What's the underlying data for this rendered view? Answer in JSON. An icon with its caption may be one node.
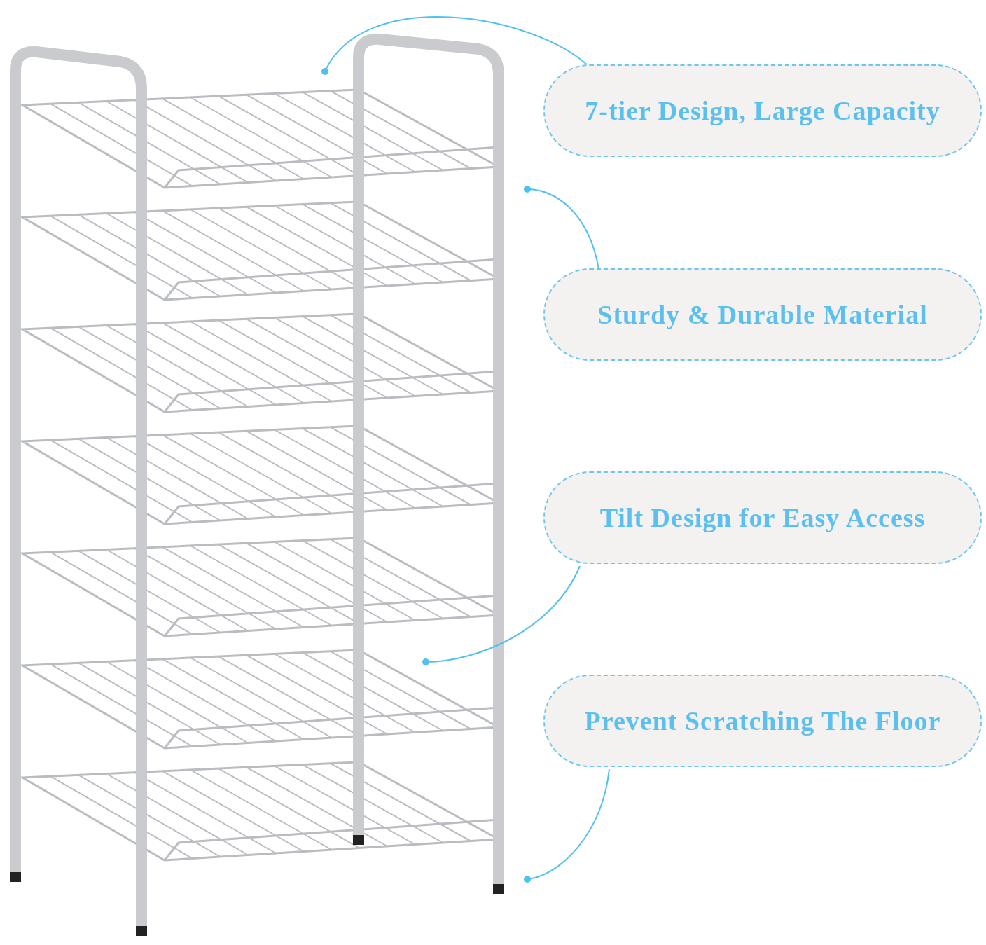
{
  "diagram": {
    "nodes": [
      {
        "text": [
          "7-tier Design, Large Capacity"
        ]
      },
      {
        "text": [
          "Sturdy & Durable Material"
        ]
      },
      {
        "text": [
          "Tilt Design for Easy Access"
        ]
      },
      {
        "text": [
          "Prevent Scratching The Floor"
        ]
      }
    ],
    "edges": [
      {
        "from": 0,
        "to": null,
        "arrow": "other"
      },
      {
        "from": 1,
        "to": null,
        "arrow": "other"
      },
      {
        "from": 2,
        "to": null,
        "arrow": "other"
      },
      {
        "from": 3,
        "to": null,
        "arrow": "other"
      }
    ]
  }
}
